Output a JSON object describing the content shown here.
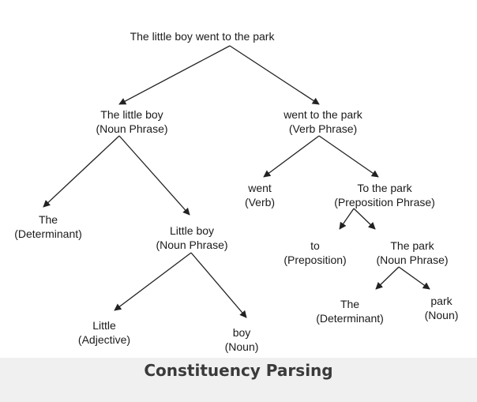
{
  "nodes": {
    "root": {
      "lines": [
        "The little boy went to the park"
      ]
    },
    "np1": {
      "lines": [
        "The little boy",
        "(Noun Phrase)"
      ]
    },
    "vp": {
      "lines": [
        "went to the park",
        "(Verb Phrase)"
      ]
    },
    "det1": {
      "lines": [
        "The",
        "(Determinant)"
      ]
    },
    "np2": {
      "lines": [
        "Little boy",
        "(Noun Phrase)"
      ]
    },
    "adj": {
      "lines": [
        "Little",
        "(Adjective)"
      ]
    },
    "noun1": {
      "lines": [
        "boy",
        "(Noun)"
      ]
    },
    "verb": {
      "lines": [
        "went",
        "(Verb)"
      ]
    },
    "pp": {
      "lines": [
        "To the park",
        "(Preposition Phrase)"
      ]
    },
    "prep": {
      "lines": [
        "to",
        "(Preposition)"
      ]
    },
    "np3": {
      "lines": [
        "The park",
        "(Noun Phrase)"
      ]
    },
    "det2": {
      "lines": [
        "The",
        "(Determinant)"
      ]
    },
    "noun2": {
      "lines": [
        "park",
        "(Noun)"
      ]
    }
  },
  "edges": [
    [
      "root",
      "np1"
    ],
    [
      "root",
      "vp"
    ],
    [
      "np1",
      "det1"
    ],
    [
      "np1",
      "np2"
    ],
    [
      "np2",
      "adj"
    ],
    [
      "np2",
      "noun1"
    ],
    [
      "vp",
      "verb"
    ],
    [
      "vp",
      "pp"
    ],
    [
      "pp",
      "prep"
    ],
    [
      "pp",
      "np3"
    ],
    [
      "np3",
      "det2"
    ],
    [
      "np3",
      "noun2"
    ]
  ],
  "caption": "Constituency Parsing",
  "colors": {
    "line": "#222222",
    "caption_bar": "#f0f0f0",
    "caption_text": "#3a3a3a"
  }
}
